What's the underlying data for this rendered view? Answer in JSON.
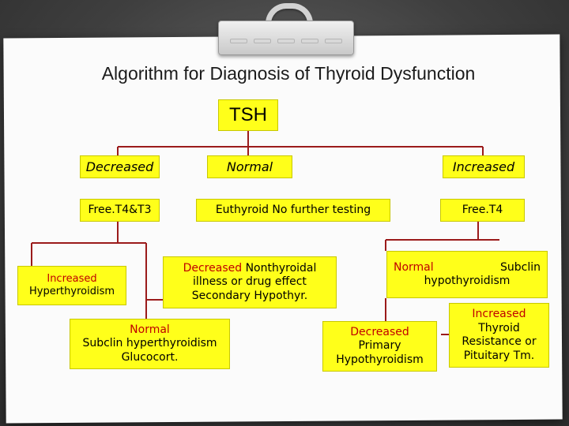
{
  "title": "Algorithm for Diagnosis of Thyroid Dysfunction",
  "root": "TSH",
  "level1": {
    "decreased": "Decreased",
    "normal": "Normal",
    "increased": "Increased"
  },
  "level2": {
    "left": "Free.T4&T3",
    "middle": "Euthyroid No further testing",
    "right": "Free.T4"
  },
  "nodes": {
    "hyper": {
      "highlight": "Increased",
      "text": "Hyperthyroidism"
    },
    "nonthyroidal": {
      "highlight": "Decreased",
      "line1": " Nonthyroidal",
      "line2": "illness or drug effect",
      "line3": "Secondary Hypothyr."
    },
    "subclin_hyper": {
      "highlight": "Normal",
      "line1": "Subclin hyperthyroidism",
      "line2": "Glucocort."
    },
    "subclin_hypo": {
      "highlight": "Normal",
      "line1": "Subclin",
      "line2": "hypothyroidism"
    },
    "primary_hypo": {
      "highlight": "Decreased",
      "line1": "Primary",
      "line2": "Hypothyroidism"
    },
    "resistance": {
      "highlight": "Increased",
      "line1": "Thyroid",
      "line2": "Resistance or",
      "line3": "Pituitary Tm."
    }
  },
  "colors": {
    "box": "#ffff1a",
    "highlight": "#c00000",
    "line": "#9b1b1b"
  }
}
